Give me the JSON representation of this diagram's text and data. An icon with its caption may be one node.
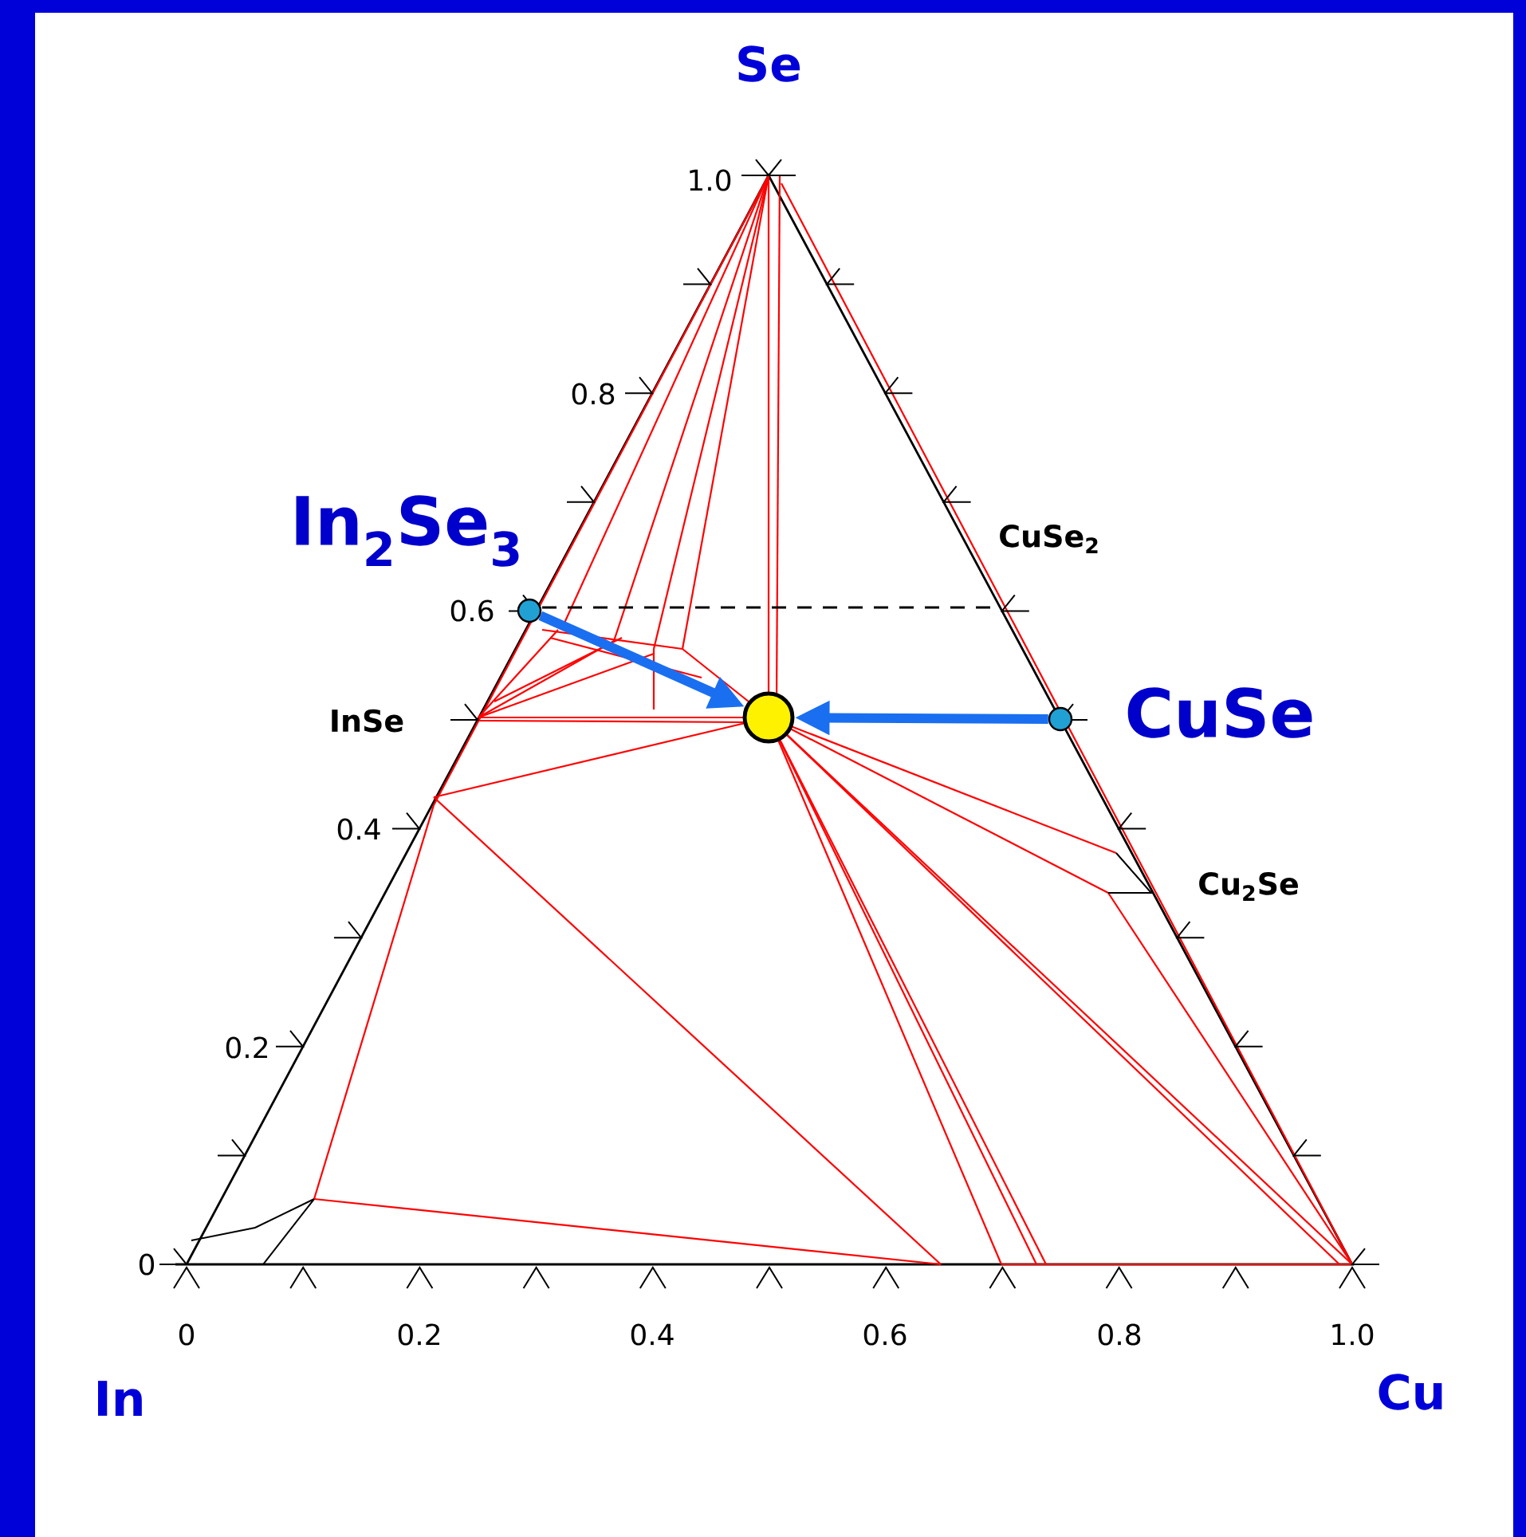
{
  "diagram": {
    "nodes": [
      {
        "text": [],
        "shape": "circle",
        "beside": [
          "In$_{2}$Se$_{3}$"
        ]
      },
      {
        "text": [],
        "shape": "circle",
        "beside": [
          "CuSe"
        ]
      },
      {
        "text": [],
        "shape": "circle"
      }
    ],
    "edges": [
      {
        "from": 0,
        "to": 2,
        "arrow": "to"
      },
      {
        "from": 1,
        "to": 2,
        "arrow": "to"
      }
    ],
    "labels": [
      "Se",
      "1.0",
      "0.8",
      "CuSe$_{2}$",
      "0.6",
      "InSe",
      "0.4",
      "Cu$_{2}$Se",
      "0.2",
      "0",
      "0",
      "0.2",
      "0.4",
      "0.6",
      "0.8",
      "1.0",
      "In",
      "Cu"
    ]
  }
}
